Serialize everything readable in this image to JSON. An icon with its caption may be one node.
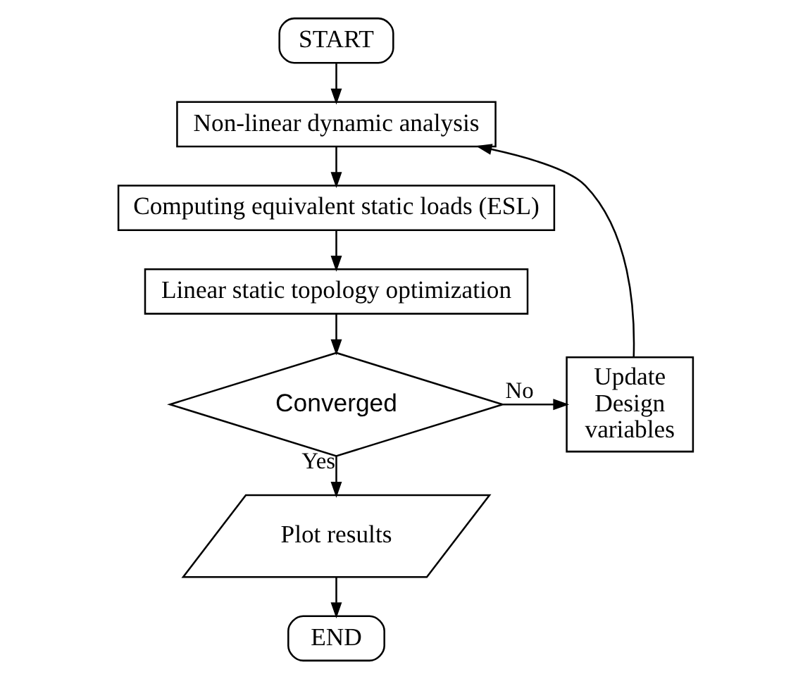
{
  "diagram": {
    "nodes": [
      {
        "text": [
          "START"
        ]
      },
      {
        "text": [
          "Non-linear dynamic analysis"
        ]
      },
      {
        "text": [
          "Computing equivalent static loads (ESL)"
        ]
      },
      {
        "text": [
          "Linear static topology optimization"
        ]
      },
      {
        "text": [
          "Converged"
        ]
      },
      {
        "text": [
          "Update Design variables"
        ]
      },
      {
        "text": [
          "Plot results"
        ]
      },
      {
        "text": [
          "END"
        ]
      }
    ],
    "edges": [
      {
        "from": 0,
        "to": 1,
        "arrow": "to"
      },
      {
        "from": 1,
        "to": 2,
        "arrow": "to"
      },
      {
        "from": 2,
        "to": 3,
        "arrow": "to"
      },
      {
        "from": 3,
        "to": 4,
        "arrow": "to"
      },
      {
        "from": 4,
        "to": 5,
        "label": "No",
        "arrow": "to"
      },
      {
        "from": 5,
        "to": 1,
        "arrow": "to"
      },
      {
        "from": 4,
        "to": 6,
        "label": "Yes",
        "arrow": "to"
      },
      {
        "from": 6,
        "to": 7,
        "arrow": "to"
      }
    ]
  }
}
